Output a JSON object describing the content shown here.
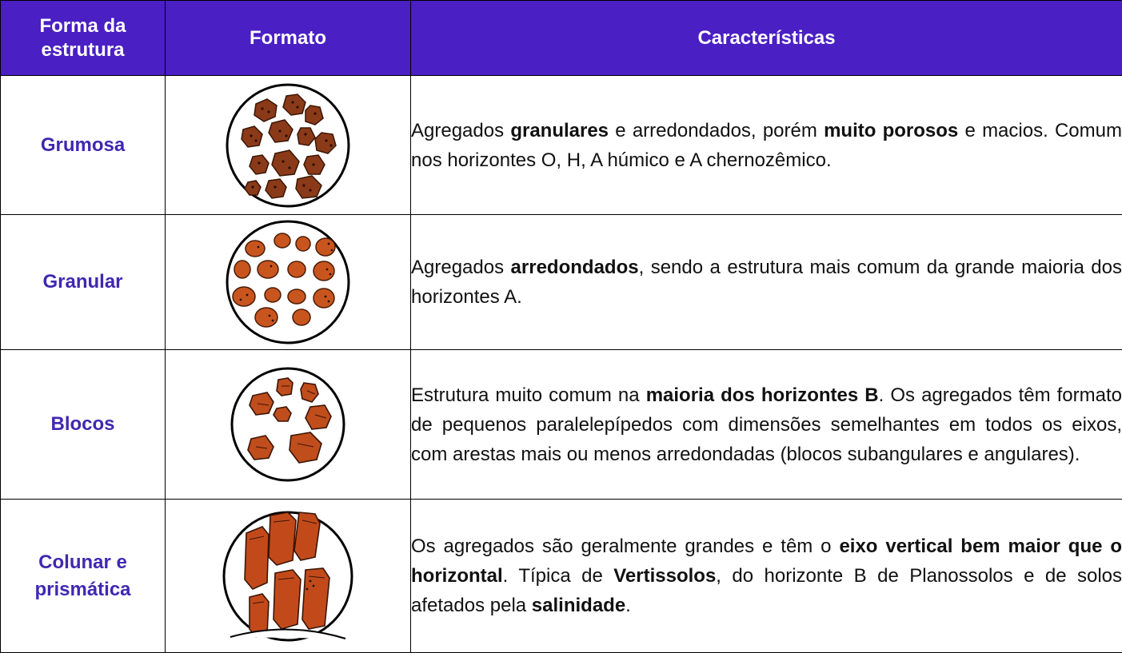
{
  "header": {
    "col1": "Forma da estrutura",
    "col2": "Formato",
    "col3": "Características"
  },
  "rows": [
    {
      "name": "Grumosa",
      "icon": "grumosa-aggregates-icon",
      "desc": [
        {
          "t": "Agregados "
        },
        {
          "t": "granulares",
          "b": true
        },
        {
          "t": " e arredondados, porém "
        },
        {
          "t": "muito porosos",
          "b": true
        },
        {
          "t": " e macios. Comum nos horizontes O, H, A húmico e A chernozêmico."
        }
      ]
    },
    {
      "name": "Granular",
      "icon": "granular-aggregates-icon",
      "desc": [
        {
          "t": "Agregados "
        },
        {
          "t": "arredondados",
          "b": true
        },
        {
          "t": ", sendo a estrutura mais comum da grande maioria dos horizontes A."
        }
      ]
    },
    {
      "name": "Blocos",
      "icon": "blocos-aggregates-icon",
      "desc": [
        {
          "t": "Estrutura muito comum na "
        },
        {
          "t": "maioria dos horizontes B",
          "b": true
        },
        {
          "t": ". Os agregados têm formato de pequenos paralelepípedos com dimensões semelhantes em todos os eixos, com arestas mais ou menos arredondadas (blocos subangulares e angulares)."
        }
      ]
    },
    {
      "name": "Colunar e prismática",
      "icon": "colunar-aggregates-icon",
      "desc": [
        {
          "t": "Os agregados são geralmente grandes e têm o "
        },
        {
          "t": "eixo vertical bem maior que o horizontal",
          "b": true
        },
        {
          "t": ". Típica de "
        },
        {
          "t": "Vertissolos",
          "b": true
        },
        {
          "t": ", do horizonte B de Planossolos e de solos afetados pela "
        },
        {
          "t": "salinidade",
          "b": true
        },
        {
          "t": "."
        }
      ]
    }
  ],
  "colors": {
    "header_bg": "#4a1fc4",
    "name_text": "#4028b0",
    "grumosa_fill": "#8a3a18",
    "granular_fill": "#c9551e",
    "blocos_fill": "#c04d1c",
    "colunar_fill": "#c24a1a"
  }
}
